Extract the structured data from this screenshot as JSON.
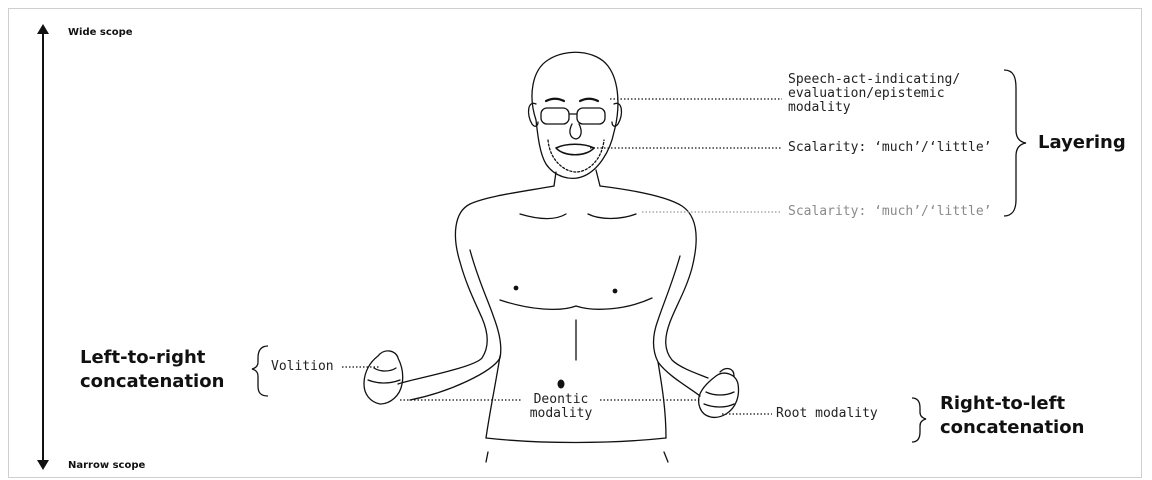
{
  "scope_axis": {
    "top_label": "Wide scope",
    "bottom_label": "Narrow scope"
  },
  "labels": {
    "speech_act_line1": "Speech-act-indicating/",
    "speech_act_line2": "evaluation/epistemic",
    "speech_act_line3": "modality",
    "scalarity_1": "Scalarity: ‘much’/‘little’",
    "scalarity_2": "Scalarity: ‘much’/‘little’",
    "volition": "Volition",
    "deontic_line1": "Deontic",
    "deontic_line2": "modality",
    "root_modality": "Root modality"
  },
  "groups": {
    "layering": "Layering",
    "left_to_right_line1": "Left-to-right",
    "left_to_right_line2": "concatenation",
    "right_to_left_line1": "Right-to-left",
    "right_to_left_line2": "concatenation"
  },
  "colors": {
    "ink": "#111111",
    "muted": "#8a8a8a",
    "frame": "#cfcfcf"
  }
}
